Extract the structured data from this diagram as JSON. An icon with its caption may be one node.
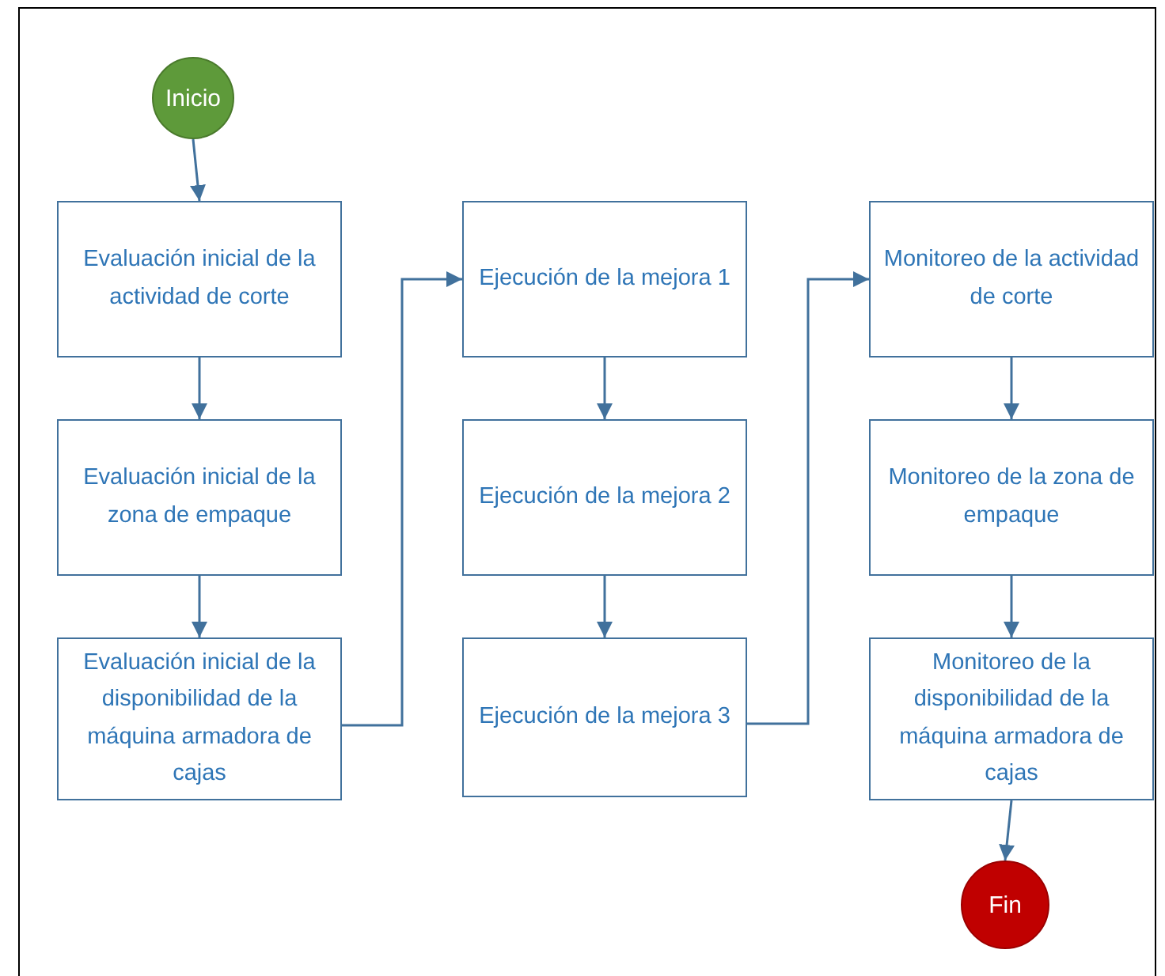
{
  "diagram": {
    "nodes": [
      {
        "text": [
          "Inicio"
        ]
      },
      {
        "text": [
          "Evaluación inicial de la actividad de corte"
        ]
      },
      {
        "text": [
          "Evaluación inicial de la zona de empaque"
        ]
      },
      {
        "text": [
          "Evaluación inicial de la disponibilidad de la máquina armadora de cajas"
        ]
      },
      {
        "text": [
          "Ejecución de la mejora 1"
        ]
      },
      {
        "text": [
          "Ejecución de la mejora 2"
        ]
      },
      {
        "text": [
          "Ejecución de la mejora 3"
        ]
      },
      {
        "text": [
          "Monitoreo de la actividad de corte"
        ]
      },
      {
        "text": [
          "Monitoreo de la zona de empaque"
        ]
      },
      {
        "text": [
          "Monitoreo de la disponibilidad de la máquina armadora de cajas"
        ]
      },
      {
        "text": [
          "Fin"
        ]
      }
    ],
    "edges": [
      {
        "from": 0,
        "to": 1,
        "arrow": "to"
      },
      {
        "from": 1,
        "to": 2,
        "arrow": "to"
      },
      {
        "from": 2,
        "to": 3,
        "arrow": "to"
      },
      {
        "from": 3,
        "to": 4,
        "arrow": "to"
      },
      {
        "from": 4,
        "to": 5,
        "arrow": "to"
      },
      {
        "from": 5,
        "to": 6,
        "arrow": "to"
      },
      {
        "from": 6,
        "to": 7,
        "arrow": "to"
      },
      {
        "from": 7,
        "to": 8,
        "arrow": "to"
      },
      {
        "from": 8,
        "to": 9,
        "arrow": "to"
      },
      {
        "from": 9,
        "to": 10,
        "arrow": "to"
      }
    ]
  }
}
